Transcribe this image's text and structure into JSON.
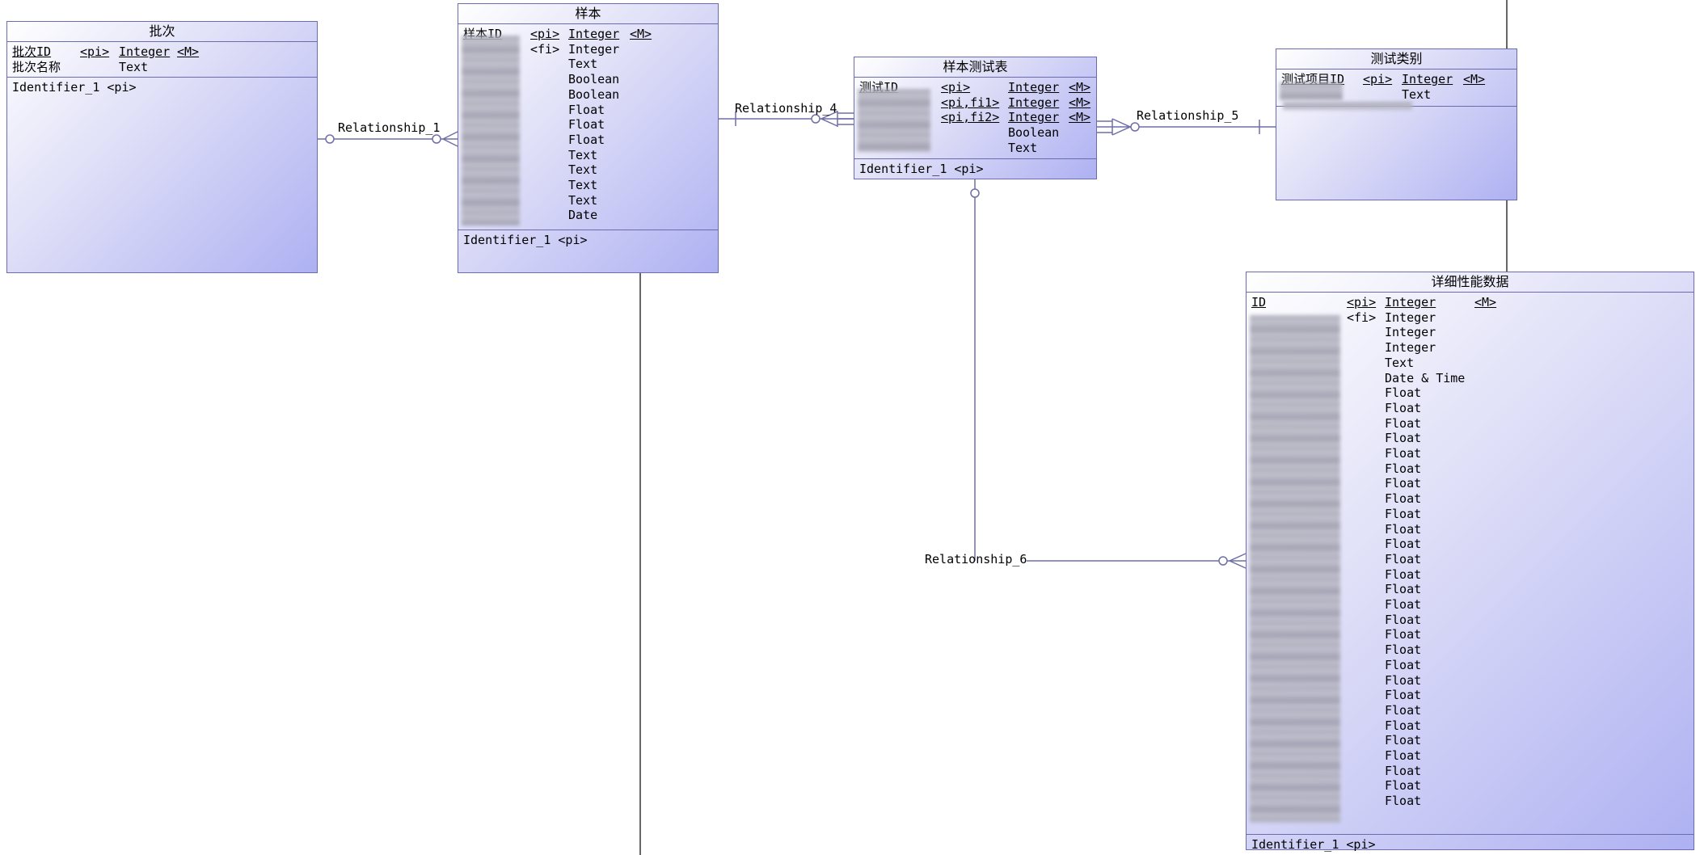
{
  "entities": {
    "batch": {
      "title": "批次",
      "attributes": [
        {
          "name": "批次ID",
          "tag": "<pi>",
          "type": "Integer",
          "mandatory": "<M>"
        },
        {
          "name": "批次名称",
          "tag": "",
          "type": "Text",
          "mandatory": ""
        }
      ],
      "identifier": "Identifier_1 <pi>"
    },
    "sample": {
      "title": "样本",
      "attributes": [
        {
          "name": "样本ID",
          "tag": "<pi>",
          "type": "Integer",
          "mandatory": "<M>"
        },
        {
          "name": "",
          "tag": "<fi>",
          "type": "Integer",
          "mandatory": ""
        },
        {
          "name": "",
          "tag": "",
          "type": "Text",
          "mandatory": ""
        },
        {
          "name": "",
          "tag": "",
          "type": "Boolean",
          "mandatory": ""
        },
        {
          "name": "",
          "tag": "",
          "type": "Boolean",
          "mandatory": ""
        },
        {
          "name": "",
          "tag": "",
          "type": "Float",
          "mandatory": ""
        },
        {
          "name": "",
          "tag": "",
          "type": "Float",
          "mandatory": ""
        },
        {
          "name": "",
          "tag": "",
          "type": "Float",
          "mandatory": ""
        },
        {
          "name": "",
          "tag": "",
          "type": "Text",
          "mandatory": ""
        },
        {
          "name": "",
          "tag": "",
          "type": "Text",
          "mandatory": ""
        },
        {
          "name": "",
          "tag": "",
          "type": "Text",
          "mandatory": ""
        },
        {
          "name": "",
          "tag": "",
          "type": "Text",
          "mandatory": ""
        },
        {
          "name": "",
          "tag": "",
          "type": "Date",
          "mandatory": ""
        }
      ],
      "identifier": "Identifier_1 <pi>"
    },
    "sample_test": {
      "title": "样本测试表",
      "attributes": [
        {
          "name": "测试ID",
          "tag": "<pi>",
          "type": "Integer",
          "mandatory": "<M>"
        },
        {
          "name": "",
          "tag": "<pi,fi1>",
          "type": "Integer",
          "mandatory": "<M>"
        },
        {
          "name": "",
          "tag": "<pi,fi2>",
          "type": "Integer",
          "mandatory": "<M>"
        },
        {
          "name": "",
          "tag": "",
          "type": "Boolean",
          "mandatory": ""
        },
        {
          "name": "",
          "tag": "",
          "type": "Text",
          "mandatory": ""
        }
      ],
      "identifier": "Identifier_1 <pi>"
    },
    "test_category": {
      "title": "测试类别",
      "attributes": [
        {
          "name": "测试项目ID",
          "tag": "<pi>",
          "type": "Integer",
          "mandatory": "<M>"
        },
        {
          "name": "",
          "tag": "",
          "type": "Text",
          "mandatory": ""
        }
      ],
      "identifier": ""
    },
    "detail_perf": {
      "title": "详细性能数据",
      "attributes": [
        {
          "name": "ID",
          "tag": "<pi>",
          "type": "Integer",
          "mandatory": "<M>"
        },
        {
          "name": "",
          "tag": "<fi>",
          "type": "Integer",
          "mandatory": ""
        },
        {
          "name": "",
          "tag": "",
          "type": "Integer",
          "mandatory": ""
        },
        {
          "name": "",
          "tag": "",
          "type": "Integer",
          "mandatory": ""
        },
        {
          "name": "",
          "tag": "",
          "type": "Text",
          "mandatory": ""
        },
        {
          "name": "",
          "tag": "",
          "type": "Date & Time",
          "mandatory": ""
        },
        {
          "name": "",
          "tag": "",
          "type": "Float",
          "mandatory": ""
        },
        {
          "name": "",
          "tag": "",
          "type": "Float",
          "mandatory": ""
        },
        {
          "name": "",
          "tag": "",
          "type": "Float",
          "mandatory": ""
        },
        {
          "name": "",
          "tag": "",
          "type": "Float",
          "mandatory": ""
        },
        {
          "name": "",
          "tag": "",
          "type": "Float",
          "mandatory": ""
        },
        {
          "name": "",
          "tag": "",
          "type": "Float",
          "mandatory": ""
        },
        {
          "name": "",
          "tag": "",
          "type": "Float",
          "mandatory": ""
        },
        {
          "name": "",
          "tag": "",
          "type": "Float",
          "mandatory": ""
        },
        {
          "name": "",
          "tag": "",
          "type": "Float",
          "mandatory": ""
        },
        {
          "name": "",
          "tag": "",
          "type": "Float",
          "mandatory": ""
        },
        {
          "name": "",
          "tag": "",
          "type": "Float",
          "mandatory": ""
        },
        {
          "name": "",
          "tag": "",
          "type": "Float",
          "mandatory": ""
        },
        {
          "name": "",
          "tag": "",
          "type": "Float",
          "mandatory": ""
        },
        {
          "name": "",
          "tag": "",
          "type": "Float",
          "mandatory": ""
        },
        {
          "name": "",
          "tag": "",
          "type": "Float",
          "mandatory": ""
        },
        {
          "name": "",
          "tag": "",
          "type": "Float",
          "mandatory": ""
        },
        {
          "name": "",
          "tag": "",
          "type": "Float",
          "mandatory": ""
        },
        {
          "name": "",
          "tag": "",
          "type": "Float",
          "mandatory": ""
        },
        {
          "name": "",
          "tag": "",
          "type": "Float",
          "mandatory": ""
        },
        {
          "name": "",
          "tag": "",
          "type": "Float",
          "mandatory": ""
        },
        {
          "name": "",
          "tag": "",
          "type": "Float",
          "mandatory": ""
        },
        {
          "name": "",
          "tag": "",
          "type": "Float",
          "mandatory": ""
        },
        {
          "name": "",
          "tag": "",
          "type": "Float",
          "mandatory": ""
        },
        {
          "name": "",
          "tag": "",
          "type": "Float",
          "mandatory": ""
        },
        {
          "name": "",
          "tag": "",
          "type": "Float",
          "mandatory": ""
        },
        {
          "name": "",
          "tag": "",
          "type": "Float",
          "mandatory": ""
        },
        {
          "name": "",
          "tag": "",
          "type": "Float",
          "mandatory": ""
        },
        {
          "name": "",
          "tag": "",
          "type": "Float",
          "mandatory": ""
        }
      ],
      "identifier": "Identifier_1 <pi>"
    }
  },
  "relationships": {
    "r1": "Relationship_1",
    "r4": "Relationship_4",
    "r5": "Relationship_5",
    "r6": "Relationship_6"
  },
  "colors": {
    "border": "#6b6bb0",
    "line": "#6f6fa8",
    "gradient_start": "#ffffff",
    "gradient_end": "#aeb1f2"
  }
}
